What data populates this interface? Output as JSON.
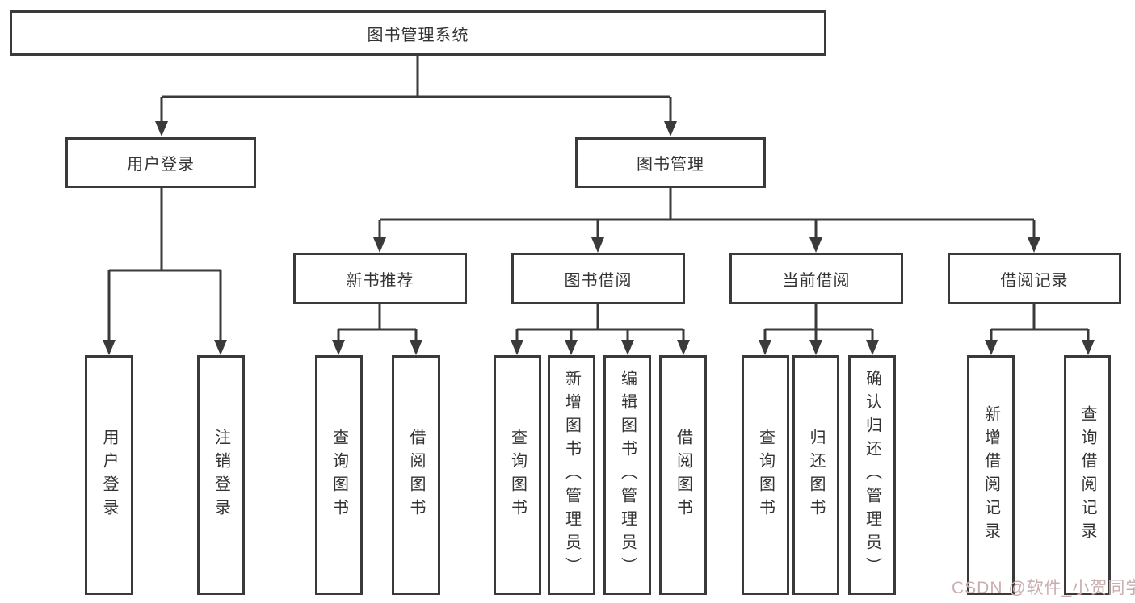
{
  "diagram": {
    "root": {
      "label": "图书管理系统"
    },
    "level2": [
      {
        "label": "用户登录"
      },
      {
        "label": "图书管理"
      }
    ],
    "level3": [
      {
        "label": "新书推荐",
        "parent": "图书管理"
      },
      {
        "label": "图书借阅",
        "parent": "图书管理"
      },
      {
        "label": "当前借阅",
        "parent": "图书管理"
      },
      {
        "label": "借阅记录",
        "parent": "图书管理"
      }
    ],
    "leaves": [
      {
        "label": "用户登录",
        "parent": "用户登录"
      },
      {
        "label": "注销登录",
        "parent": "用户登录"
      },
      {
        "label": "查询图书",
        "parent": "新书推荐"
      },
      {
        "label": "借阅图书",
        "parent": "新书推荐"
      },
      {
        "label": "查询图书",
        "parent": "图书借阅"
      },
      {
        "label": "新增图书（管理员）",
        "parent": "图书借阅"
      },
      {
        "label": "编辑图书（管理员）",
        "parent": "图书借阅"
      },
      {
        "label": "借阅图书",
        "parent": "图书借阅"
      },
      {
        "label": "查询图书",
        "parent": "当前借阅"
      },
      {
        "label": "归还图书",
        "parent": "当前借阅"
      },
      {
        "label": "确认归还（管理员）",
        "parent": "当前借阅"
      },
      {
        "label": "新增借阅记录",
        "parent": "借阅记录"
      },
      {
        "label": "查询借阅记录",
        "parent": "借阅记录"
      }
    ],
    "colors": {
      "line": "#3a3a3a",
      "box_border": "#3a3a3a",
      "box_fill": "#ffffff",
      "text": "#333333",
      "watermark": "#c9aeb0"
    }
  },
  "watermark": {
    "text": "CSDN @软件_小贺同学"
  }
}
